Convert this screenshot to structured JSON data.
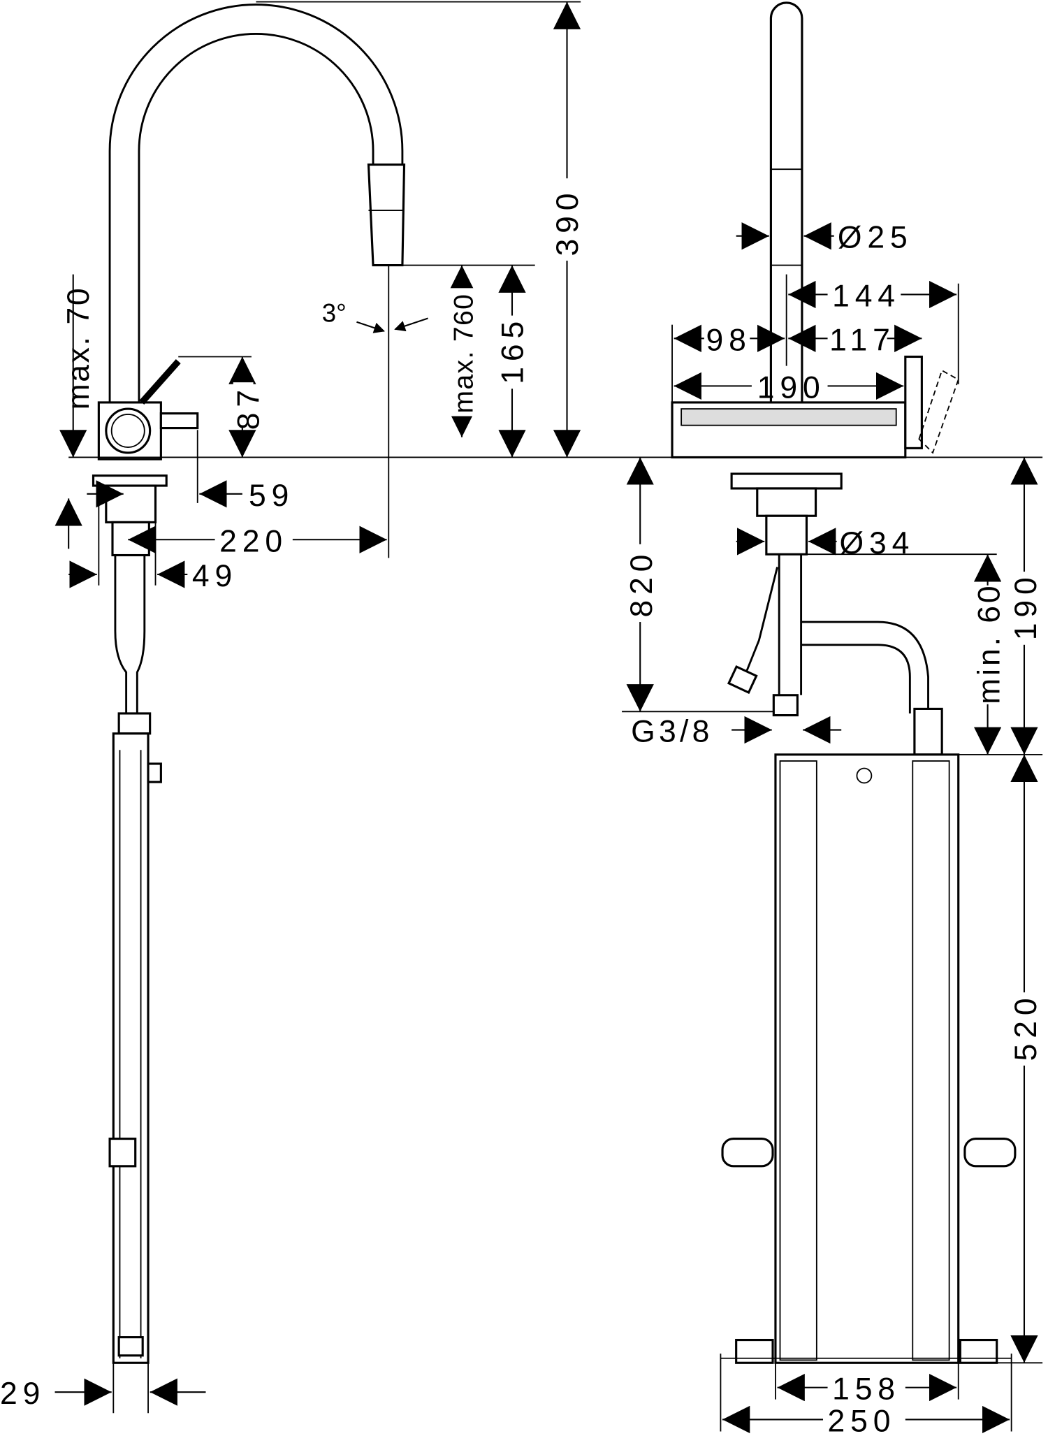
{
  "drawing": {
    "side_view": {
      "height_total": "390",
      "lever_clearance": "max. 70",
      "spray_angle": "3°",
      "outlet_height_max": "max. 760",
      "outlet_height": "165",
      "body_height": "87",
      "body_depth": "59",
      "reach": "220",
      "base_offset": "49",
      "bracket_width": "29"
    },
    "front_view": {
      "spout_diameter": "Ø25",
      "depth_144": "144",
      "depth_98": "98",
      "depth_117": "117",
      "width_190": "190",
      "install_depth": "820",
      "shank_diameter": "Ø34",
      "min_clearance": "min. 60",
      "hose_height": "190",
      "connection_thread": "G3/8",
      "box_height": "520",
      "box_width": "158",
      "overall_width": "250"
    }
  }
}
